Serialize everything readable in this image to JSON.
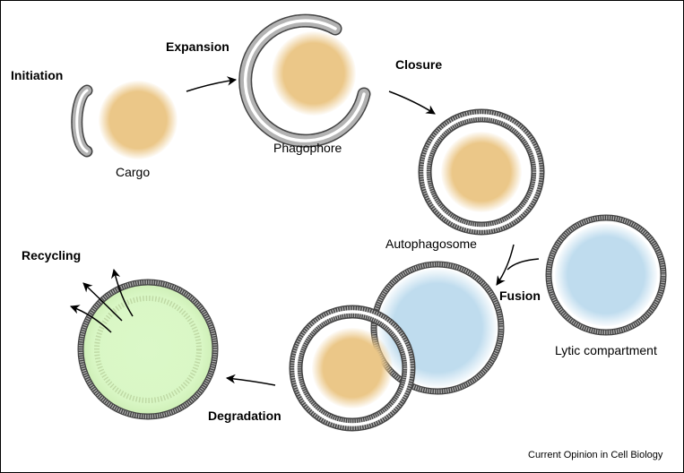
{
  "stages": {
    "initiation": "Initiation",
    "expansion": "Expansion",
    "closure": "Closure",
    "fusion": "Fusion",
    "degradation": "Degradation",
    "recycling": "Recycling"
  },
  "structures": {
    "cargo": "Cargo",
    "phagophore": "Phagophore",
    "autophagosome": "Autophagosome",
    "lytic_compartment": "Lytic compartment"
  },
  "credit": "Current Opinion in Cell Biology",
  "colors": {
    "cargo": "#ebc788",
    "lytic": "#bfdcee",
    "recycled": "#d9f7c5",
    "membrane_fill": "#b3b3b3",
    "membrane_line": "#444444",
    "text": "#000000"
  }
}
